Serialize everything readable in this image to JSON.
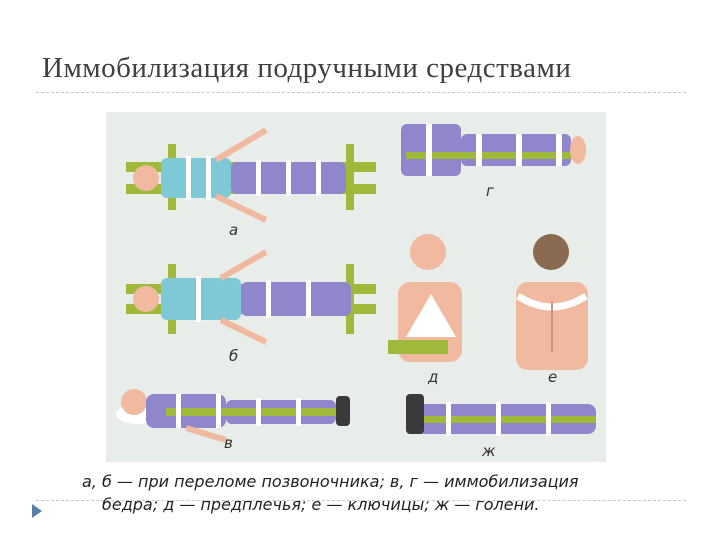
{
  "slide": {
    "title": "Иммобилизация подручными средствами",
    "caption_line1": "а, б — при переломе позвоночника; в, г — иммобилизация",
    "caption_line2": "бедра; д — предплечья; е — ключицы; ж — голени."
  },
  "figure": {
    "labels": [
      "а",
      "б",
      "в",
      "г",
      "д",
      "е",
      "ж"
    ]
  },
  "colors": {
    "splint": "#9fba3a",
    "shirt": "#7fc8d6",
    "pants": "#8f86cc",
    "skin": "#f0b9a0",
    "bandage": "#ffffff",
    "bullet": "#5a7ea6"
  }
}
